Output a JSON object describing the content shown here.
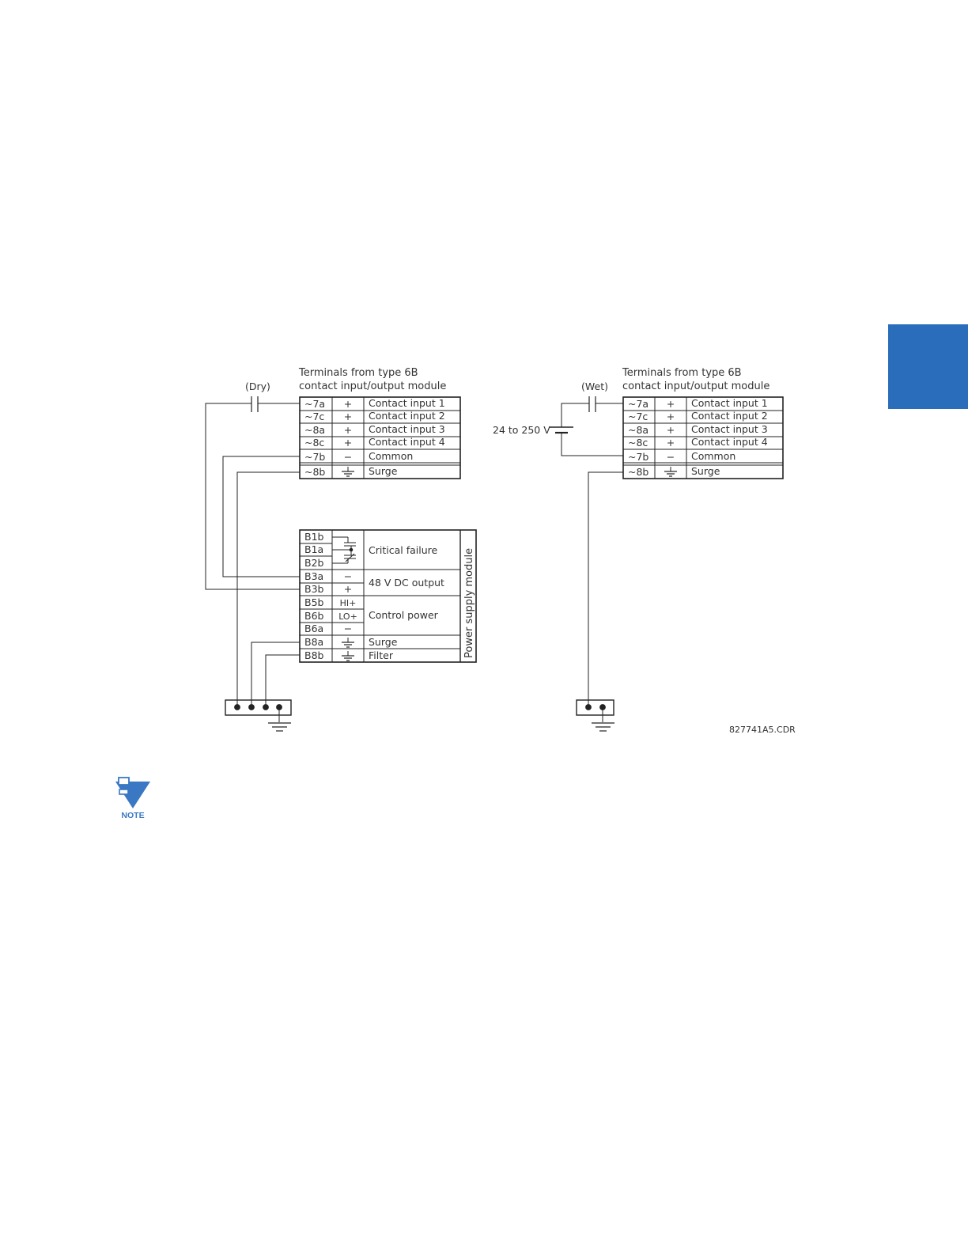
{
  "side_tab": {
    "color": "#2a6ebb"
  },
  "dry": {
    "tag": "(Dry)",
    "header_line1": "Terminals from type 6B",
    "header_line2": "contact input/output module",
    "rows": [
      {
        "terminal": "~7a",
        "sign": "+",
        "label": "Contact input 1"
      },
      {
        "terminal": "~7c",
        "sign": "+",
        "label": "Contact input 2"
      },
      {
        "terminal": "~8a",
        "sign": "+",
        "label": "Contact input 3"
      },
      {
        "terminal": "~8c",
        "sign": "+",
        "label": "Contact input 4"
      },
      {
        "terminal": "~7b",
        "sign": "−",
        "label": "Common"
      },
      {
        "terminal": "~8b",
        "sign": "ground",
        "label": "Surge"
      }
    ]
  },
  "wet": {
    "tag": "(Wet)",
    "voltage": "24 to 250 V",
    "header_line1": "Terminals from type 6B",
    "header_line2": "contact input/output module",
    "rows": [
      {
        "terminal": "~7a",
        "sign": "+",
        "label": "Contact input 1"
      },
      {
        "terminal": "~7c",
        "sign": "+",
        "label": "Contact input 2"
      },
      {
        "terminal": "~8a",
        "sign": "+",
        "label": "Contact input 3"
      },
      {
        "terminal": "~8c",
        "sign": "+",
        "label": "Contact input 4"
      },
      {
        "terminal": "~7b",
        "sign": "−",
        "label": "Common"
      },
      {
        "terminal": "~8b",
        "sign": "ground",
        "label": "Surge"
      }
    ]
  },
  "power_supply": {
    "title": "Power supply module",
    "terminals": [
      "B1b",
      "B1a",
      "B2b",
      "B3a",
      "B3b",
      "B5b",
      "B6b",
      "B6a",
      "B8a",
      "B8b"
    ],
    "signs": {
      "b3a": "−",
      "b3b": "+",
      "b5b": "HI+",
      "b6b": "LO+",
      "b6a": "−"
    },
    "functions": {
      "critical_failure": "Critical failure",
      "dc_output": "48 V DC output",
      "control_power": "Control power",
      "surge": "Surge",
      "filter": "Filter"
    }
  },
  "figure_id": "827741A5.CDR",
  "note": {
    "label": "NOTE",
    "color": "#3a78c3"
  }
}
